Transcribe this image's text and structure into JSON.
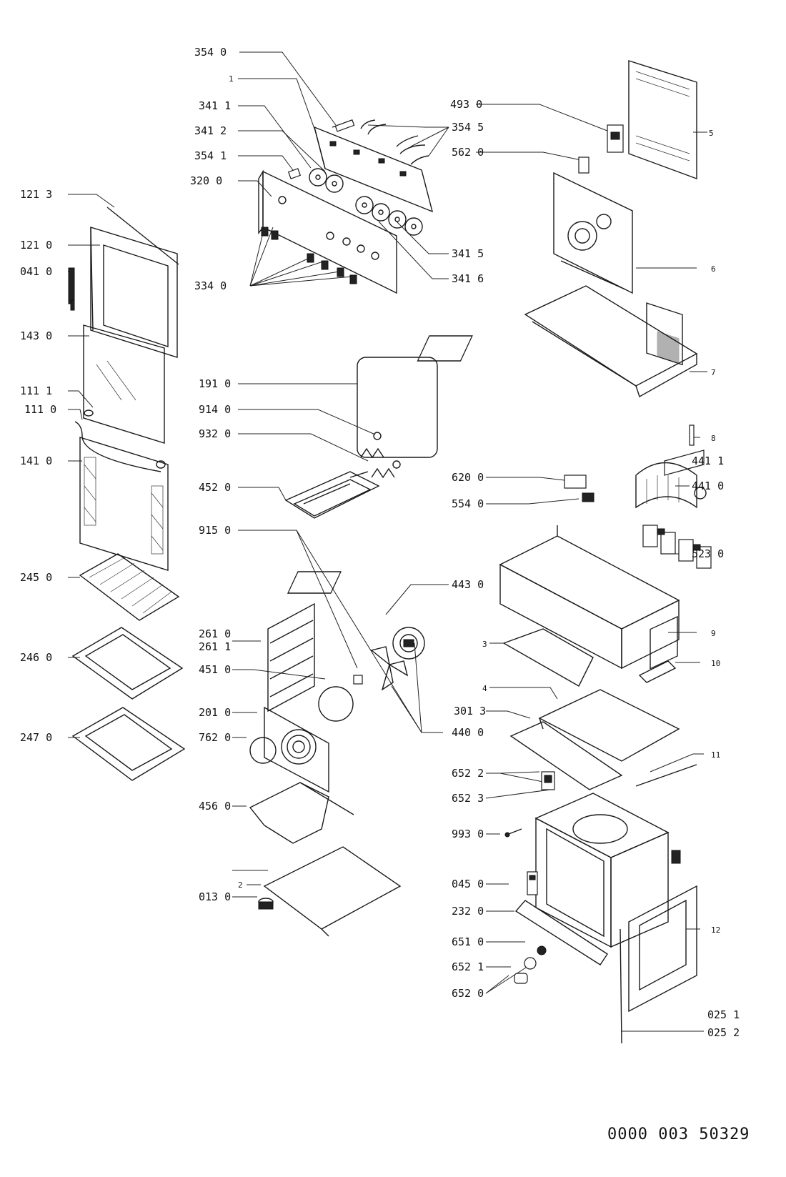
{
  "labels": {
    "l3540": "354 0",
    "lone": "1",
    "l3411": "341 1",
    "l3412": "341 2",
    "l3541": "354 1",
    "l3200": "320 0",
    "l3545": "354 5",
    "l5620": "562 0",
    "l4930": "493 0",
    "lfive": "5",
    "l1213": "121 3",
    "l1210": "121 0",
    "l0410": "041 0",
    "l3340": "334 0",
    "l3415": "341 5",
    "l3416": "341 6",
    "lsix": "6",
    "l1430": "143 0",
    "l1911": "191 0",
    "lseven": "7",
    "l1111": "111 1",
    "l1110": "111 0",
    "l9140": "914 0",
    "l9320": "932 0",
    "leight": "8",
    "l4411": "441 1",
    "l1410": "141 0",
    "l4520": "452 0",
    "l6200": "620 0",
    "l4410": "441 0",
    "l5540": "554 0",
    "l9150": "915 0",
    "l5230": "523 0",
    "l2450": "245 0",
    "l4430": "443 0",
    "l2610": "261 0",
    "l2611": "261 1",
    "lnine": "9",
    "lthree": "3",
    "l2460": "246 0",
    "lten": "10",
    "l4510": "451 0",
    "lfour": "4",
    "l2010": "201 0",
    "l3013": "301 3",
    "l2470": "247 0",
    "l7620": "762 0",
    "l4400": "440 0",
    "leleven": "11",
    "l6522": "652 2",
    "l6523": "652 3",
    "l4560": "456 0",
    "l9930": "993 0",
    "ltwo": "2",
    "l0450": "045 0",
    "l0130": "013 0",
    "l2320": "232 0",
    "ltwelve": "12",
    "l6510": "651 0",
    "l6521": "652 1",
    "l6520": "652 0",
    "l0251": "025 1",
    "l0252": "025 2"
  },
  "doc_number": "0000 003 50329",
  "colors": {
    "line": "#1a1a1a",
    "background": "#ffffff"
  }
}
